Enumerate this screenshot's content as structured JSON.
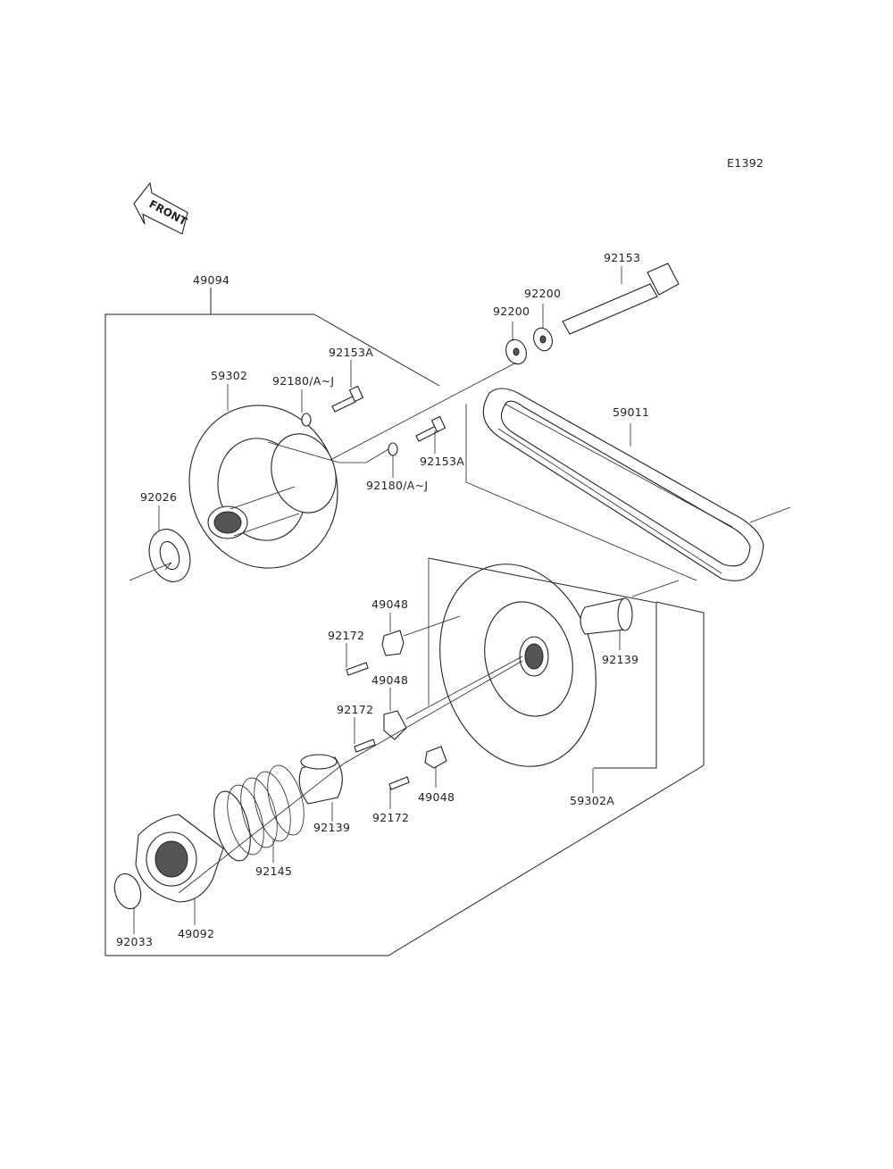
{
  "diagram": {
    "code": "E1392",
    "front_label": "FRONT"
  },
  "labels": {
    "p49094": "49094",
    "p92153": "92153",
    "p92200a": "92200",
    "p92200b": "92200",
    "p92153a_top": "92153A",
    "p92180_top": "92180/A~J",
    "p59302": "59302",
    "p92153a_mid": "92153A",
    "p92180_mid": "92180/A~J",
    "p59011": "59011",
    "p92026": "92026",
    "p49048_top": "49048",
    "p92172_top": "92172",
    "p92139_right": "92139",
    "p49048_mid": "49048",
    "p92172_mid": "92172",
    "p49048_bot": "49048",
    "p92172_bot": "92172",
    "p59302a": "59302A",
    "p92139_left": "92139",
    "p92145": "92145",
    "p92033": "92033",
    "p49092": "49092"
  }
}
